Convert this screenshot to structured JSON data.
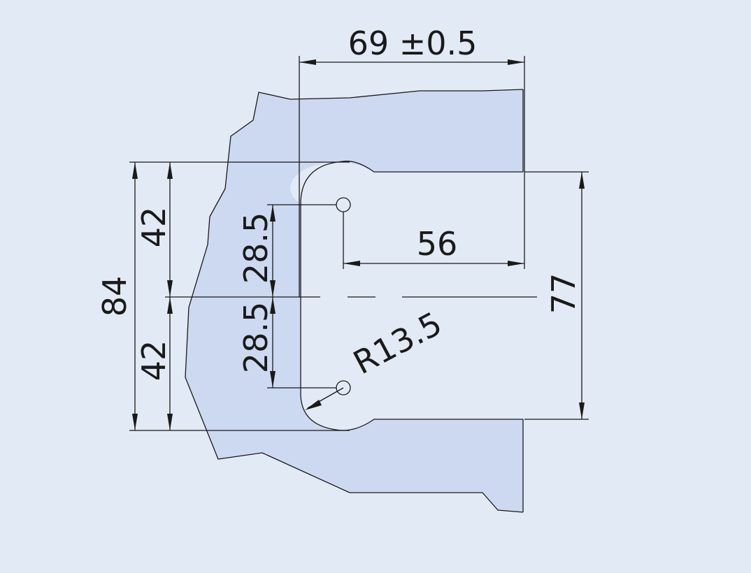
{
  "colors": {
    "background": "#e2eaf5",
    "part_fill": "#cdd9f0",
    "line": "#1a1a1a"
  },
  "dimensions": {
    "top_width": "69 ±0.5",
    "inner_width": "56",
    "total_height": "84",
    "upper_half": "42",
    "lower_half": "42",
    "hole_upper": "28.5",
    "hole_lower": "28.5",
    "slot_height": "77",
    "radius": "R13.5"
  }
}
